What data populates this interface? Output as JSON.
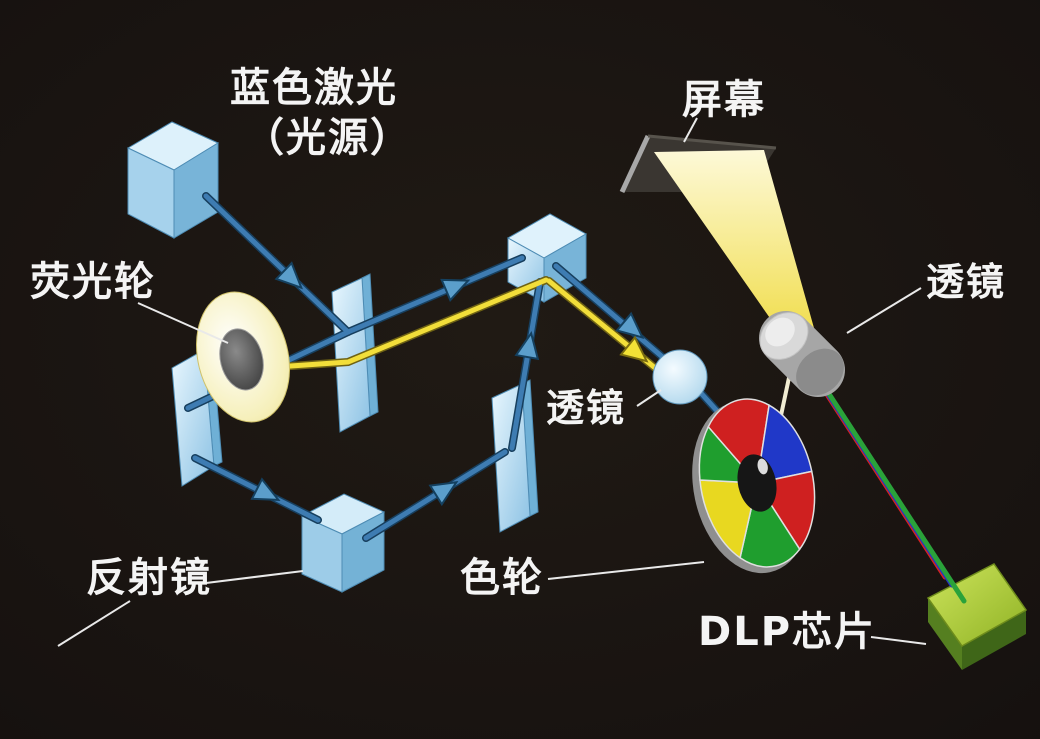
{
  "labels": {
    "laser_line1": "蓝色激光",
    "laser_line2": "（光源）",
    "screen": "屏幕",
    "phosphor_wheel": "荧光轮",
    "lens_center": "透镜",
    "lens_right": "透镜",
    "mirror": "反射镜",
    "color_wheel": "色轮",
    "dlp_chip": "DLP芯片"
  },
  "colors": {
    "background": "#17110d",
    "beam_blue": "#3e7cb2",
    "beam_yellow": "#f2de3a",
    "arrow_blue_fill": "#5b9ecb",
    "arrow_yellow_fill": "#f3e236",
    "beam_red": "#d42222",
    "beam_dark_blue": "#2636c0",
    "beam_cyan": "#5cc8da",
    "beam_green": "#2aa23a",
    "pale_beam": "#f1ecd2",
    "pointer_line": "#e9e9e9",
    "label_text": "#f4f4f4",
    "wheel_segments": [
      "#cf2020",
      "#2038c8",
      "#cf2020",
      "#1f9e2e",
      "#e8d820",
      "#1f9e2e"
    ]
  }
}
